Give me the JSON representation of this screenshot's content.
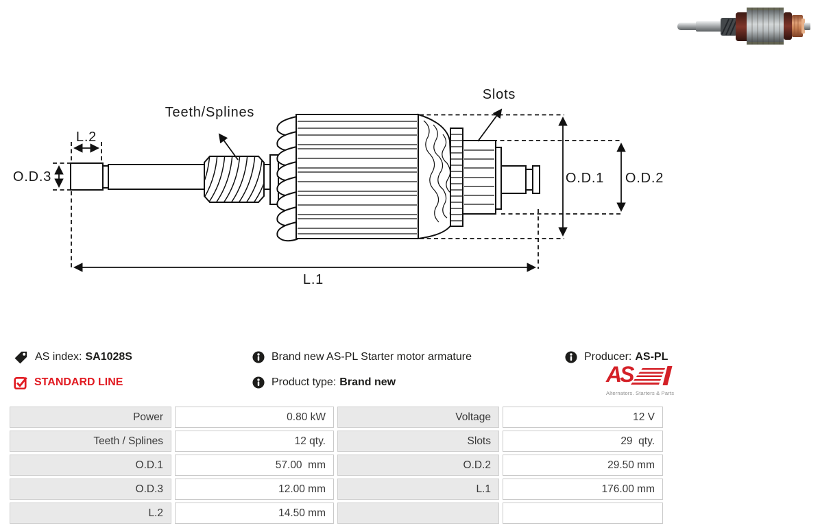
{
  "product": {
    "as_index_label": "AS index:",
    "as_index_value": "SA1028S",
    "line_badge": "STANDARD LINE",
    "description": "Brand new AS-PL Starter motor armature",
    "product_type_label": "Product type:",
    "product_type_value": "Brand new",
    "producer_label": "Producer:",
    "producer_value": "AS-PL"
  },
  "logo": {
    "text": "AS",
    "tagline": "Alternators. Starters & Parts"
  },
  "diagram_labels": {
    "teeth_splines": "Teeth/Splines",
    "slots": "Slots",
    "od1": "O.D.1",
    "od2": "O.D.2",
    "od3": "O.D.3",
    "l1": "L.1",
    "l2": "L.2"
  },
  "colors": {
    "accent_red": "#d42027",
    "ink": "#1d1d1b",
    "table_label_bg": "#e9e9e9",
    "table_border": "#c9c9c9"
  },
  "spec_table": {
    "rows": [
      {
        "label_left": "Power",
        "value_left": "0.80 kW",
        "label_right": "Voltage",
        "value_right": "12 V"
      },
      {
        "label_left": "Teeth / Splines",
        "value_left": "12 qty.",
        "label_right": "Slots",
        "value_right": "29  qty."
      },
      {
        "label_left": "O.D.1",
        "value_left": "57.00  mm",
        "label_right": "O.D.2",
        "value_right": "29.50 mm"
      },
      {
        "label_left": "O.D.3",
        "value_left": "12.00 mm",
        "label_right": "L.1",
        "value_right": "176.00 mm"
      },
      {
        "label_left": "L.2",
        "value_left": "14.50 mm",
        "label_right": "",
        "value_right": ""
      }
    ]
  }
}
